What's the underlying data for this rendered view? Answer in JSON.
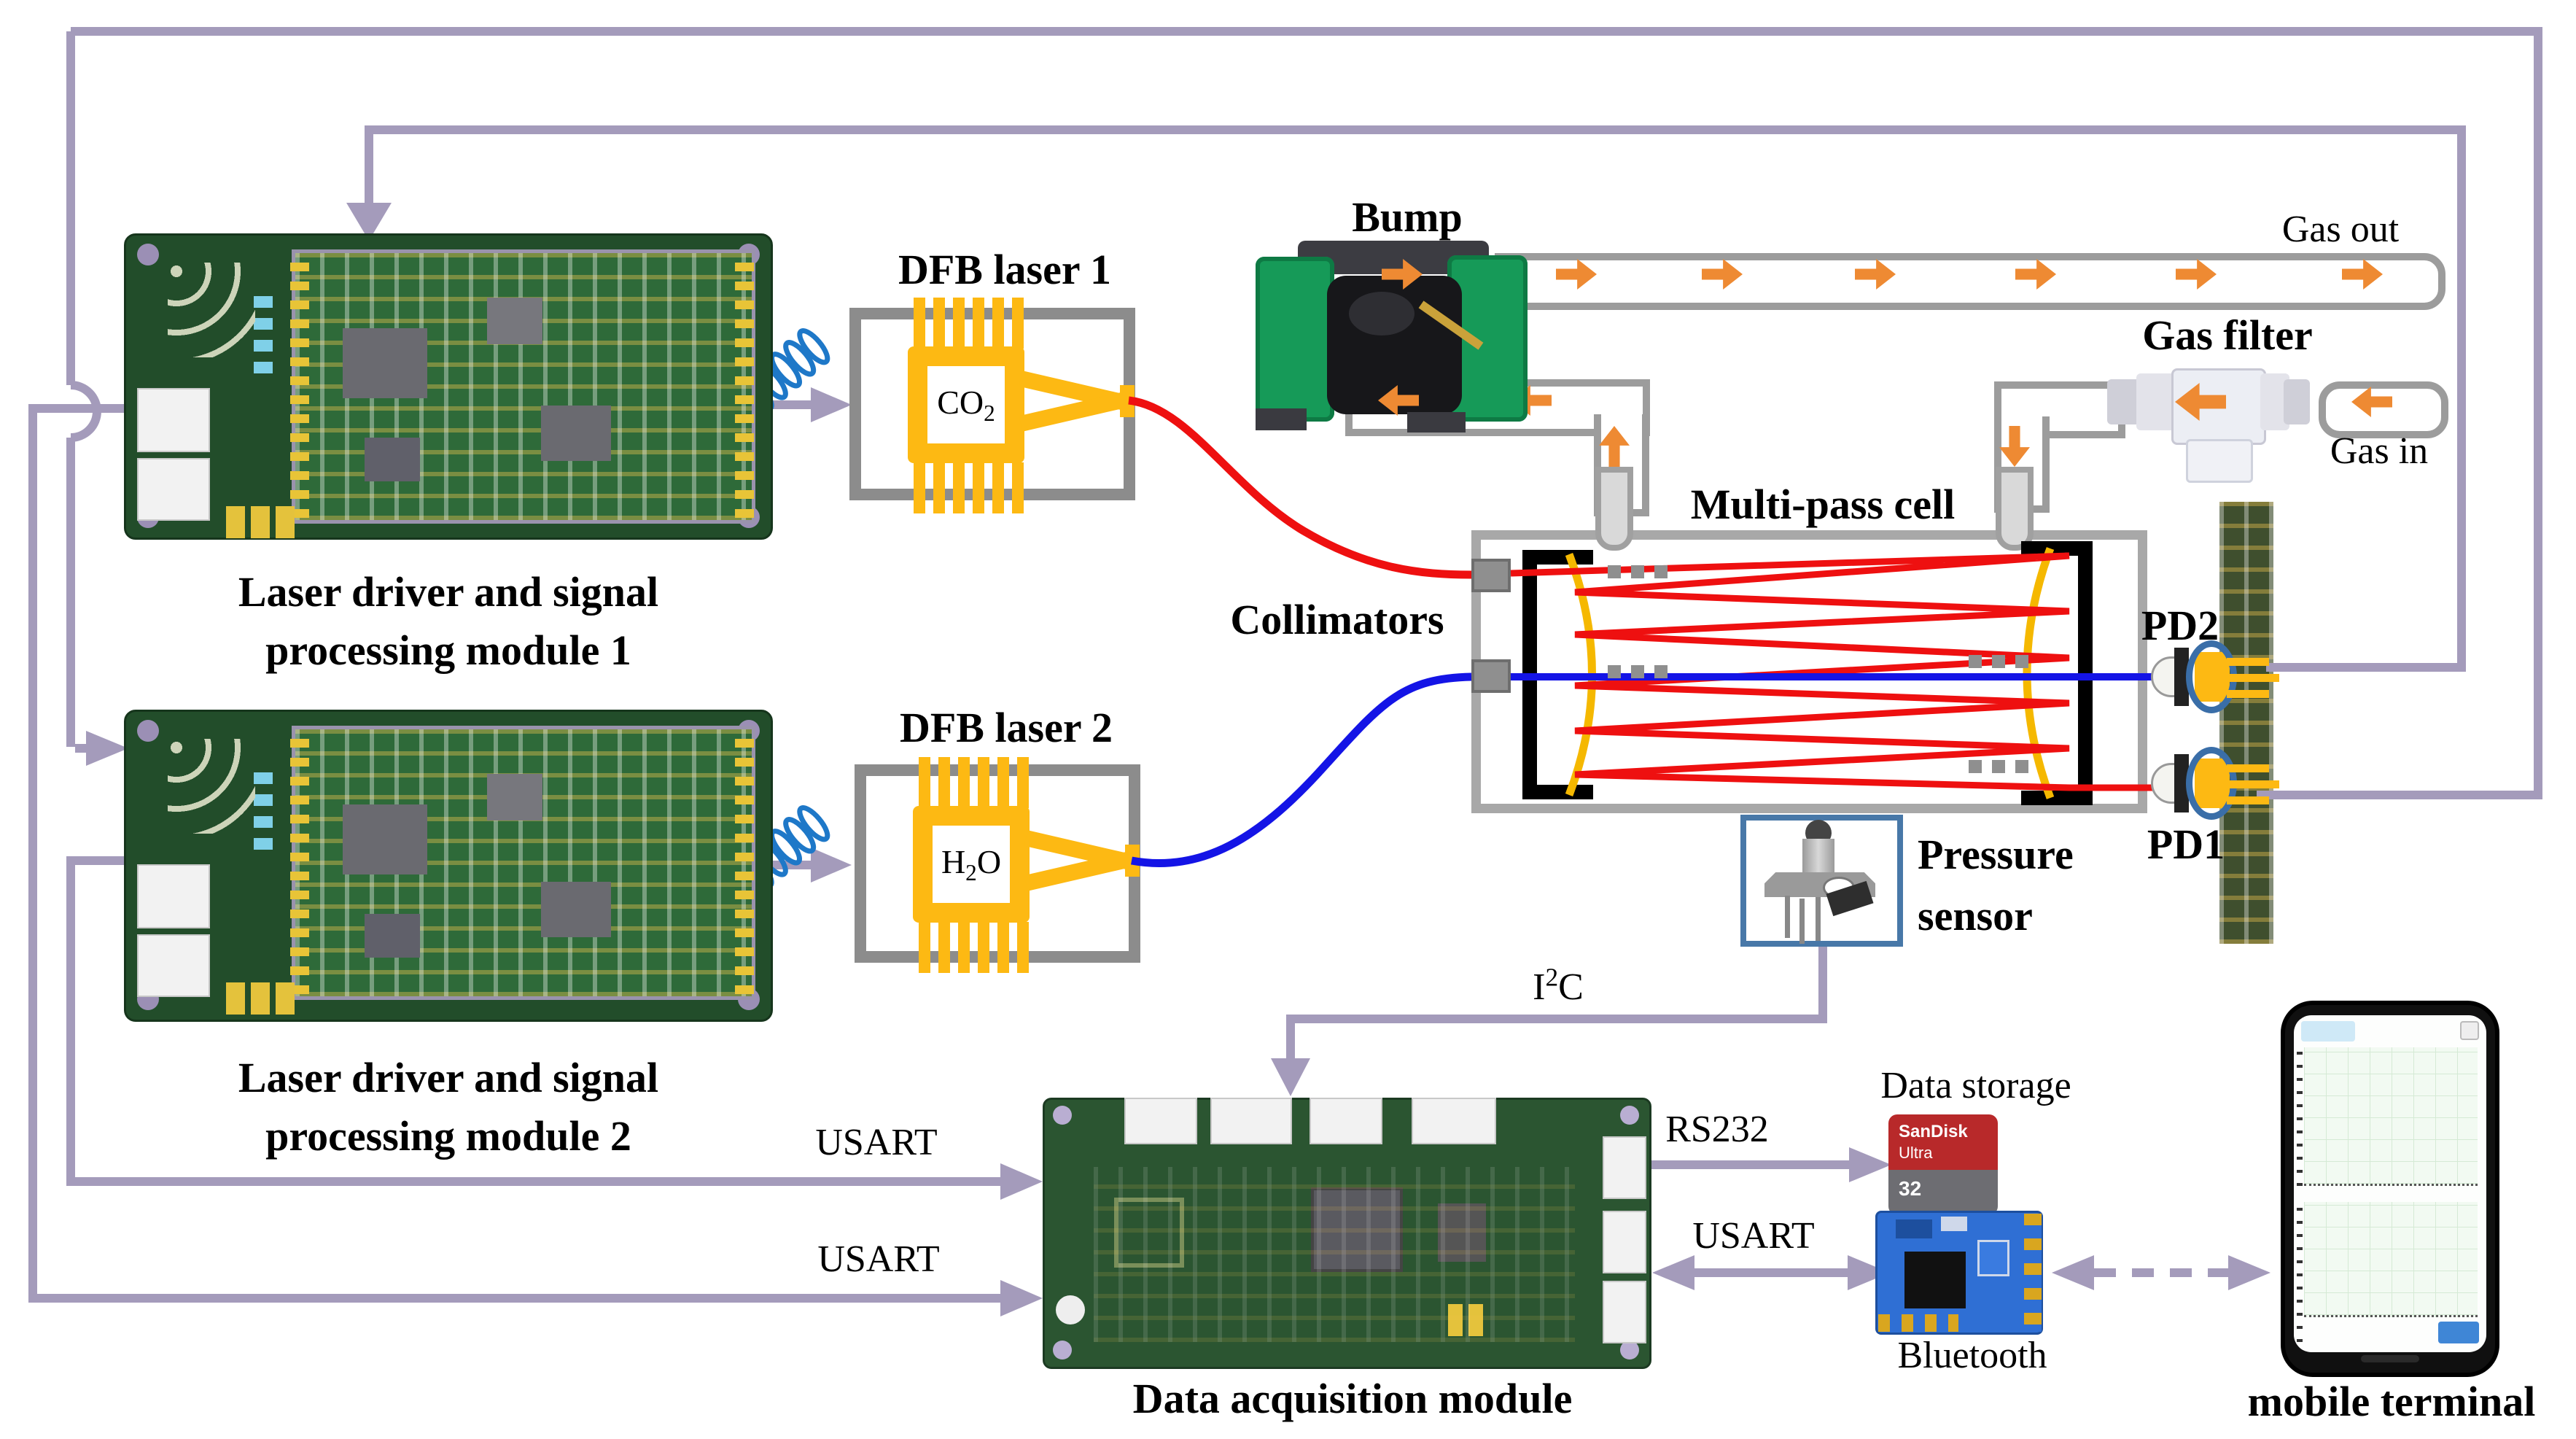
{
  "colors": {
    "connection_purple": "#a49bbb",
    "gas_arrow_orange": "#ee8a33",
    "laser1_beam_red": "#ee1010",
    "laser2_beam_blue": "#1414e6",
    "laser_chip_yellow": "#fdb913",
    "mirror_gold": "#f5b800",
    "tube_gray": "#9c9c9c",
    "dfb_box_gray": "#8c8c8c",
    "cell_border_gray": "#a8a8a8",
    "pressure_box_blue": "#4878a8",
    "coil_blue": "#1e78c8",
    "pcb_green": "#224d2a",
    "bluetooth_blue": "#2f6fd4",
    "sd_red": "#b8292a"
  },
  "labels": {
    "module1_line1": "Laser driver and signal",
    "module1_line2": "processing  module 1",
    "module2_line1": "Laser driver and  signal",
    "module2_line2": "processing  module 2",
    "dfb1": "DFB laser 1",
    "dfb2": "DFB laser 2",
    "bump": "Bump",
    "gas_out": "Gas out",
    "gas_filter": "Gas filter",
    "gas_in": "Gas in",
    "multipass": "Multi-pass cell",
    "collimators": "Collimators",
    "pd2": "PD2",
    "pd1": "PD1",
    "pressure_line1": "Pressure",
    "pressure_line2": "sensor",
    "usart_upper": "USART",
    "usart_lower": "USART",
    "usart_right": "USART",
    "rs232": "RS232",
    "data_storage": "Data storage",
    "bluetooth": "Bluetooth",
    "daq": "Data acquisition module",
    "mobile_terminal": "mobile terminal"
  },
  "chem": {
    "co2": {
      "base": "CO",
      "sub": "2"
    },
    "h2o": {
      "pre": "H",
      "sub": "2",
      "post": "O"
    },
    "i2c": {
      "pre": "I",
      "sup": "2",
      "post": "C"
    }
  },
  "sd_card": {
    "brand": "SanDisk",
    "series": "Ultra",
    "capacity": "32"
  }
}
